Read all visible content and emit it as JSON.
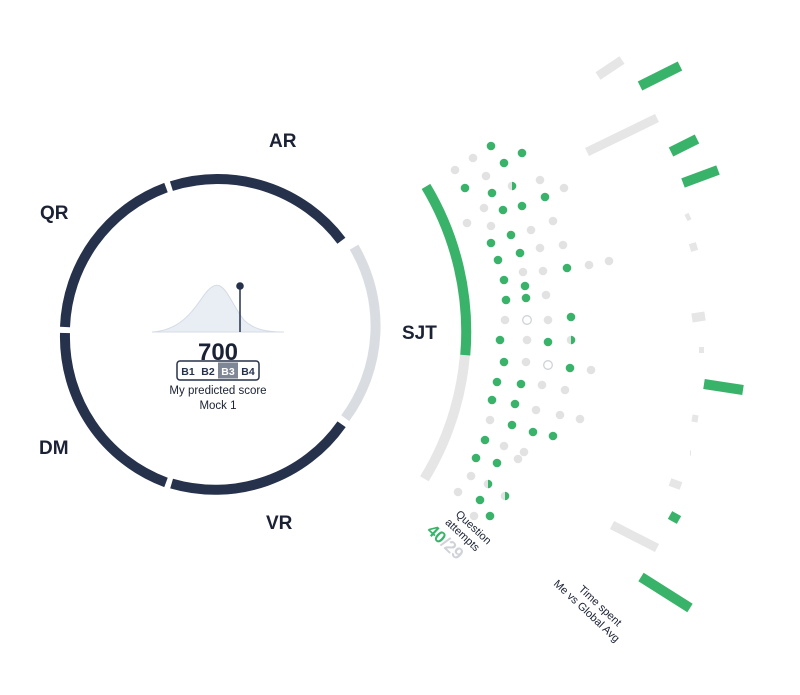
{
  "colors": {
    "navy": "#26314b",
    "grey": "#d9dde2",
    "light_grey": "#e6e6e6",
    "dot_grey": "#e2e2e2",
    "green": "#3ab36a",
    "bell_fill": "#e9edf4",
    "band_active": "#7f8695"
  },
  "chart_data": {
    "type": "radial-dashboard",
    "segments": [
      {
        "key": "AR",
        "label": "AR",
        "state": "completed"
      },
      {
        "key": "SJT",
        "label": "SJT",
        "state": "current"
      },
      {
        "key": "VR",
        "label": "VR",
        "state": "completed"
      },
      {
        "key": "DM",
        "label": "DM",
        "state": "completed"
      },
      {
        "key": "QR",
        "label": "QR",
        "state": "completed"
      }
    ],
    "predicted_score": {
      "score": "700",
      "bands": [
        "B1",
        "B2",
        "B3",
        "B4"
      ],
      "active_band": "B3",
      "caption": "My predicted score",
      "subcaption": "Mock 1"
    },
    "question_attempts": {
      "label_line1": "Question",
      "label_line2": "attempts",
      "mine": "40",
      "separator": "/",
      "total": "29",
      "progress": 0.47
    },
    "time_spent": {
      "label_line1": "Time spent",
      "label_line2": "Me vs Global Avg"
    }
  }
}
